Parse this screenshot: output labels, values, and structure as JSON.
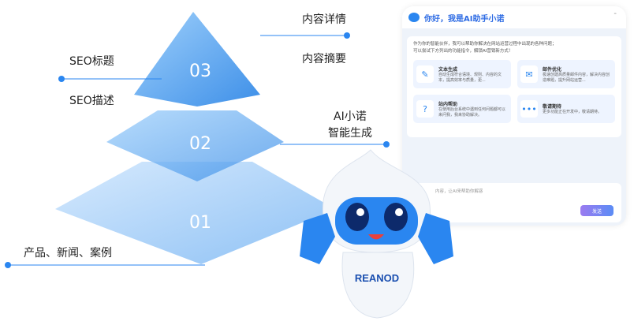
{
  "pyramid": {
    "levels": [
      "03",
      "02",
      "01"
    ],
    "labels": {
      "content_detail": "内容详情",
      "content_summary": "内容摘要",
      "seo_title": "SEO标题",
      "seo_desc": "SEO描述",
      "ai_name": "AI小诺",
      "ai_gen": "智能生成",
      "products": "产品、新闻、案例"
    }
  },
  "robot": {
    "brand": "REANOD"
  },
  "chat": {
    "title": "你好，我是AI助手小诺",
    "minimize": "-",
    "intro1": "作为你的智能伙伴，我可以帮助你解决在网站运营过程中出现的各种问题；",
    "intro2": "可以尝试下方列出的功能指令，解锁AI营销新方式！",
    "cards": [
      {
        "title": "文本生成",
        "desc": "自动生成符合语境、规则、内容的文本，提高效率与质量，更...",
        "icon": "✎"
      },
      {
        "title": "邮件优化",
        "desc": "极速创建高质量邮件内容，解决内容创造难题，提升网站运营...",
        "icon": "✉"
      },
      {
        "title": "站内帮助",
        "desc": "在使用后台系统中遇到任何问题都可以来问我，我来协助解决。",
        "icon": "?"
      },
      {
        "title": "敬请期待",
        "desc": "更多功能正在开发中，敬请期待。",
        "icon": "•••"
      }
    ],
    "placeholder": "内容，让AI来帮助你解惑",
    "send": "发送"
  },
  "colors": {
    "accent": "#2a86f0",
    "pyramid": "#5aa6f2"
  }
}
